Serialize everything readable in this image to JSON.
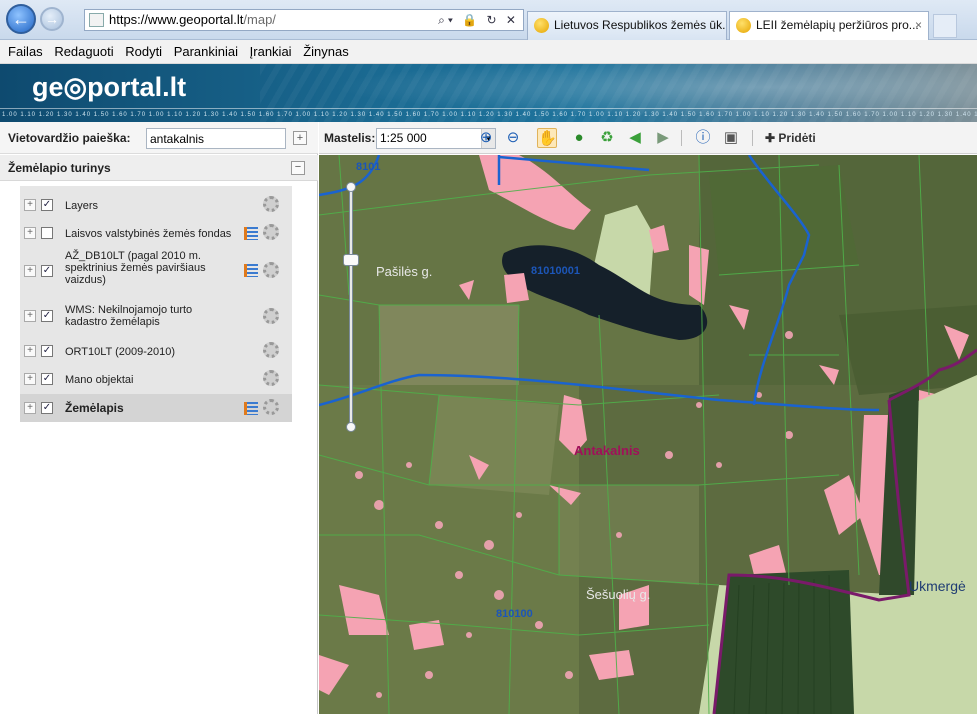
{
  "browser": {
    "back_icon": "back-arrow-icon",
    "forward_icon": "forward-arrow-icon",
    "url_host": "https://www.geoportal.lt",
    "url_path": "/map/",
    "address_icons": "search-icon lock-icon refresh-icon close-icon",
    "tabs": [
      {
        "label": "Lietuvos Respublikos žemės ūk...",
        "active": false
      },
      {
        "label": "LEII žemėlapių peržiūros pro...",
        "active": true,
        "close": "×"
      }
    ]
  },
  "menubar": {
    "items": [
      "Failas",
      "Redaguoti",
      "Rodyti",
      "Parankiniai",
      "Įrankiai",
      "Žinynas"
    ]
  },
  "header": {
    "logo": "ge◎portal.lt",
    "ruler_text": "1.00 1.10 1.20 1.30 1.40 1.50 1.60 1.70 1.00 1.10 1.20 1.30 1.40 1.50 1.60 1.70 1.00 1.10 1.20 1.30 1.40 1.50 1.60 1.70 1.00 1.10 1.20 1.30 1.40 1.50 1.60 1.70 1.00 1.10 1.20 1.30 1.40 1.50 1.60 1.70 1.00 1.10 1.20 1.30 1.40 1.50 1.60 1.70 1.00 1.10 1.20 1.30 1.40 1.50 1.60"
  },
  "search": {
    "label": "Vietovardžio paieška:",
    "value": "antakalnis",
    "plus": "+"
  },
  "content_panel": {
    "title": "Žemėlapio turinys",
    "collapse": "−",
    "layers": [
      {
        "label": "Layers",
        "checked": true,
        "has_list_icon": false
      },
      {
        "label": "Laisvos valstybinės žemės fondas",
        "checked": false,
        "has_list_icon": true
      },
      {
        "label": "AŽ_DB10LT (pagal 2010 m. spektrinius žemės paviršiaus vaizdus)",
        "checked": true,
        "has_list_icon": true
      },
      {
        "label": "WMS: Nekilnojamojo turto kadastro žemėlapis",
        "checked": true,
        "has_list_icon": false
      },
      {
        "label": "ORT10LT (2009-2010)",
        "checked": true,
        "has_list_icon": false
      },
      {
        "label": "Mano objektai",
        "checked": true,
        "has_list_icon": false
      },
      {
        "label": "Žemėlapis",
        "checked": true,
        "has_list_icon": true,
        "bold": true
      }
    ],
    "expander": "+",
    "check_mark": "✓"
  },
  "toolbar": {
    "scale_label": "Mastelis:",
    "scale_value": "1:25 000",
    "add_label": "✚ Pridėti",
    "icons": [
      "zoom-in-icon",
      "zoom-out-icon",
      "pan-icon",
      "globe-icon",
      "refresh-icon",
      "previous-extent-icon",
      "next-extent-icon",
      "info-icon",
      "save-icon"
    ]
  },
  "map": {
    "labels": {
      "antakalnis": "Antakalnis",
      "pasiles": "Pašilės g.",
      "sesuoliu": "Šešuolių g.",
      "ukmerge": "Ukmergė"
    },
    "parcel_codes": [
      "8101",
      "81010001",
      "810100"
    ],
    "colors": {
      "land_parcel": "#f5a3b3",
      "lake": "#15202a",
      "boundary": "#1a63d0",
      "district_boundary": "#7a1a6a",
      "parcel_lines": "#4fb04a",
      "forest": "#2e4a2a",
      "light_field": "#c7d8a9"
    }
  }
}
